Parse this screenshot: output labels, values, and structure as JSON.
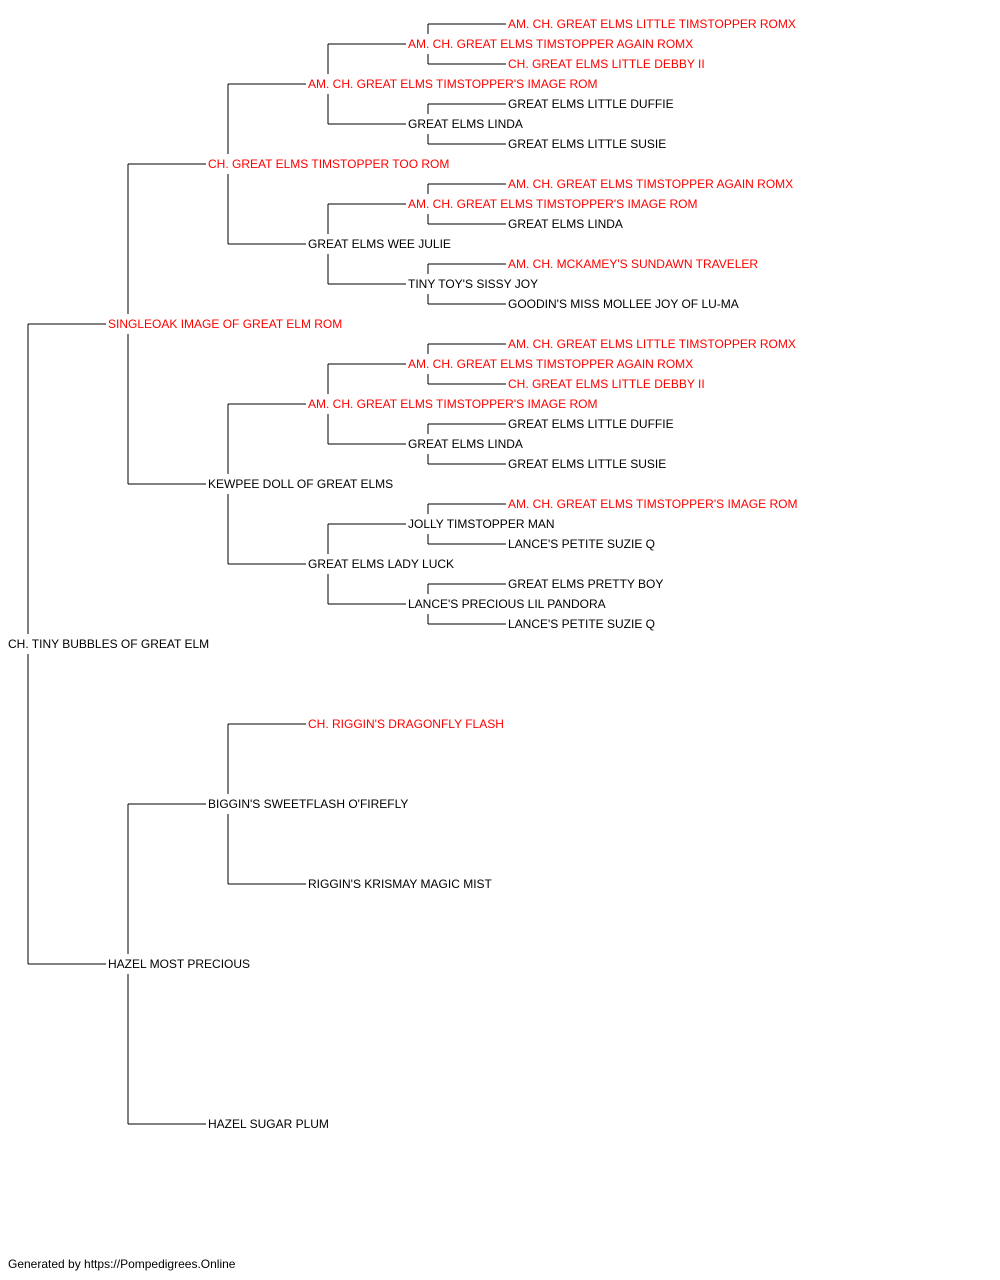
{
  "colors": {
    "champion": "#ff0000",
    "normal": "#000000",
    "line": "#000000"
  },
  "pedigree": {
    "name": "CH. TINY BUBBLES OF GREAT ELM",
    "champion": false,
    "sire": {
      "name": "SINGLEOAK IMAGE OF GREAT ELM ROM",
      "champion": true,
      "sire": {
        "name": "CH. GREAT ELMS TIMSTOPPER TOO ROM",
        "champion": true,
        "sire": {
          "name": "AM. CH. GREAT ELMS TIMSTOPPER'S IMAGE ROM",
          "champion": true,
          "sire": {
            "name": "AM. CH. GREAT ELMS TIMSTOPPER AGAIN ROMX",
            "champion": true,
            "sire": {
              "name": "AM. CH. GREAT ELMS LITTLE TIMSTOPPER ROMX",
              "champion": true
            },
            "dam": {
              "name": "CH. GREAT ELMS LITTLE DEBBY II",
              "champion": true
            }
          },
          "dam": {
            "name": "GREAT ELMS LINDA",
            "champion": false,
            "sire": {
              "name": "GREAT ELMS LITTLE DUFFIE",
              "champion": false
            },
            "dam": {
              "name": "GREAT ELMS LITTLE SUSIE",
              "champion": false
            }
          }
        },
        "dam": {
          "name": "GREAT ELMS WEE JULIE",
          "champion": false,
          "sire": {
            "name": "AM. CH. GREAT ELMS TIMSTOPPER'S IMAGE ROM",
            "champion": true,
            "sire": {
              "name": "AM. CH. GREAT ELMS TIMSTOPPER AGAIN ROMX",
              "champion": true
            },
            "dam": {
              "name": "GREAT ELMS LINDA",
              "champion": false
            }
          },
          "dam": {
            "name": "TINY TOY'S SISSY JOY",
            "champion": false,
            "sire": {
              "name": "AM. CH. MCKAMEY'S SUNDAWN TRAVELER",
              "champion": true
            },
            "dam": {
              "name": "GOODIN'S MISS MOLLEE JOY OF LU-MA",
              "champion": false
            }
          }
        }
      },
      "dam": {
        "name": "KEWPEE DOLL OF GREAT ELMS",
        "champion": false,
        "sire": {
          "name": "AM. CH. GREAT ELMS TIMSTOPPER'S IMAGE ROM",
          "champion": true,
          "sire": {
            "name": "AM. CH. GREAT ELMS TIMSTOPPER AGAIN ROMX",
            "champion": true,
            "sire": {
              "name": "AM. CH. GREAT ELMS LITTLE TIMSTOPPER ROMX",
              "champion": true
            },
            "dam": {
              "name": "CH. GREAT ELMS LITTLE DEBBY II",
              "champion": true
            }
          },
          "dam": {
            "name": "GREAT ELMS LINDA",
            "champion": false,
            "sire": {
              "name": "GREAT ELMS LITTLE DUFFIE",
              "champion": false
            },
            "dam": {
              "name": "GREAT ELMS LITTLE SUSIE",
              "champion": false
            }
          }
        },
        "dam": {
          "name": "GREAT ELMS LADY LUCK",
          "champion": false,
          "sire": {
            "name": "JOLLY TIMSTOPPER MAN",
            "champion": false,
            "sire": {
              "name": "AM. CH. GREAT ELMS TIMSTOPPER'S IMAGE ROM",
              "champion": true
            },
            "dam": {
              "name": "LANCE'S PETITE SUZIE Q",
              "champion": false
            }
          },
          "dam": {
            "name": "LANCE'S PRECIOUS LIL PANDORA",
            "champion": false,
            "sire": {
              "name": "GREAT ELMS PRETTY BOY",
              "champion": false
            },
            "dam": {
              "name": "LANCE'S PETITE SUZIE Q",
              "champion": false
            }
          }
        }
      }
    },
    "dam": {
      "name": "HAZEL MOST PRECIOUS",
      "champion": false,
      "sire": {
        "name": "BIGGIN'S SWEETFLASH O'FIREFLY",
        "champion": false,
        "sire": {
          "name": "CH. RIGGIN'S DRAGONFLY FLASH",
          "champion": true
        },
        "dam": {
          "name": "RIGGIN'S KRISMAY MAGIC MIST",
          "champion": false
        }
      },
      "dam": {
        "name": "HAZEL SUGAR PLUM",
        "champion": false
      }
    }
  },
  "footer": "Generated by https://Pompedigrees.Online"
}
